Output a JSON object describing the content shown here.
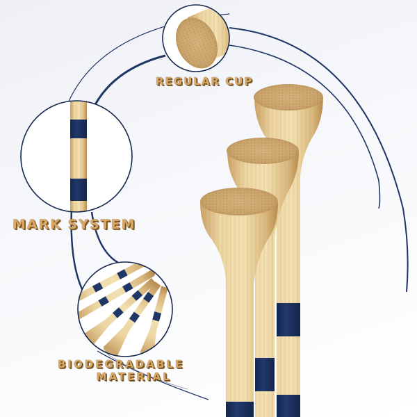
{
  "product": {
    "subject": "Bamboo golf tees with navy stripe marks"
  },
  "callouts": [
    {
      "id": "regular-cup",
      "label": "REGULAR CUP"
    },
    {
      "id": "mark-system",
      "label": "MARK SYSTEM"
    },
    {
      "id": "biodegradable",
      "label_line1": "BIODEGRADABLE",
      "label_line2": "MATERIAL"
    }
  ],
  "colors": {
    "navy": "#1e3566",
    "bamboo_light": "#ecd7a4",
    "bamboo_mid": "#d9b77a",
    "bamboo_dark": "#b98e4f",
    "label_gold": "#d9a866",
    "background": "#f4f5f9"
  }
}
